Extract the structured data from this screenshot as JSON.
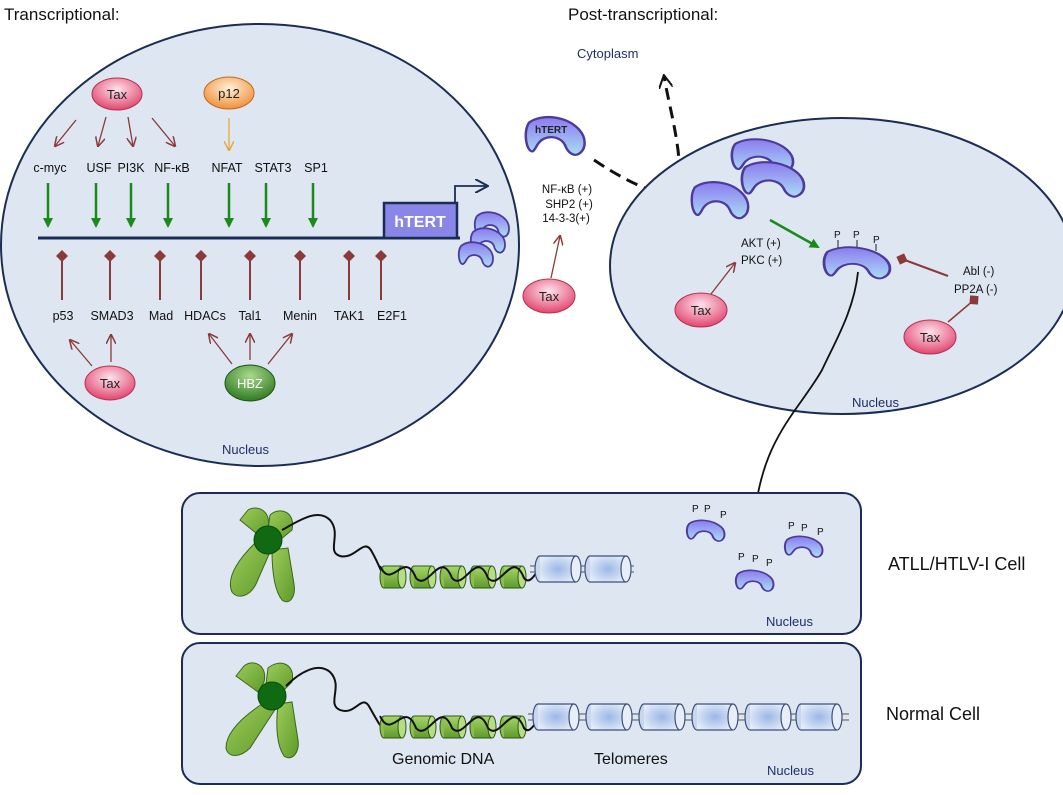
{
  "titles": {
    "transcriptional": "Transcriptional:",
    "post_transcriptional": "Post-transcriptional:"
  },
  "compartments": {
    "cytoplasm": "Cytoplasm",
    "nucleus": "Nucleus"
  },
  "activators": [
    "c-myc",
    "USF",
    "PI3K",
    "NF-κB",
    "NFAT",
    "STAT3",
    "SP1"
  ],
  "repressors": [
    "p53",
    "SMAD3",
    "Mad",
    "HDACs",
    "Tal1",
    "Menin",
    "TAK1",
    "E2F1"
  ],
  "viral_proteins": {
    "tax": "Tax",
    "p12": "p12",
    "hbz": "HBZ"
  },
  "gene": {
    "htert": "hTERT"
  },
  "post_factors": {
    "nfkb": "NF-κB (+)",
    "shp2": "SHP2 (+)",
    "f1433": "14-3-3(+)"
  },
  "kinases": {
    "akt": "AKT (+)",
    "pkc": "PKC (+)"
  },
  "phosphatases": {
    "abl": "Abl (-)",
    "pp2a": "PP2A (-)"
  },
  "phospho_label": "P",
  "cells": {
    "atll": "ATLL/HTLV-I Cell",
    "normal": "Normal Cell"
  },
  "dna_labels": {
    "genomic": "Genomic DNA",
    "telomeres": "Telomeres"
  },
  "colors": {
    "nucleus_fill": "#dde6f1",
    "nucleus_stroke": "#1c2d55",
    "activator_arrow": "#1a8a1a",
    "repressor": "#8b3a3a",
    "tax_fill": "#e8547a",
    "p12_fill": "#f4a155",
    "hbz_fill": "#3d8a2e",
    "htert_box": "#8a86e8",
    "protein_fill": "#9a8df0",
    "chromosome": "#7ab33a"
  }
}
